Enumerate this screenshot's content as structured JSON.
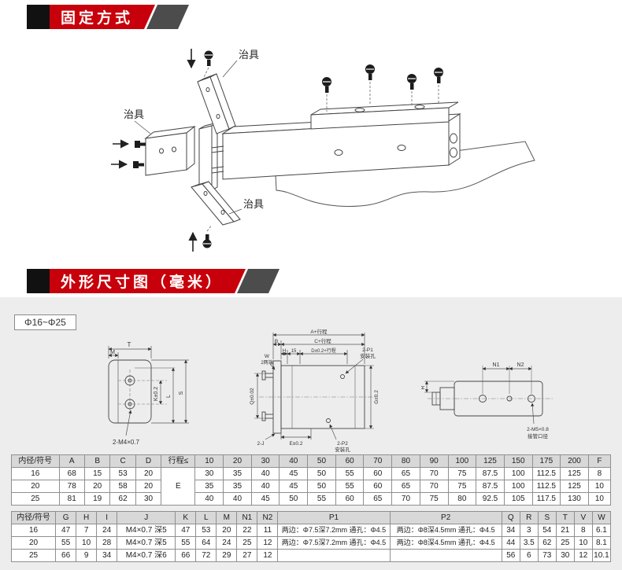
{
  "colors": {
    "banner_red": "#c7000b",
    "banner_dark_gray": "#4c4c4c",
    "banner_black_square": "#111111",
    "lower_section_bg": "#ededee",
    "table_header_bg": "#d8d8d8"
  },
  "banners": {
    "fixing": "固定方式",
    "dimensions": "外形尺寸图（毫米）"
  },
  "badge": {
    "range": "Φ16~Φ25"
  },
  "fixing_diagram": {
    "jig_top": "治具",
    "jig_left": "治具",
    "jig_bottom": "治具"
  },
  "drawing_left": {
    "T": "T",
    "M": "M",
    "K": "K±0.2",
    "L": "L",
    "S": "S",
    "thread": "2-M4×0.7"
  },
  "drawing_center": {
    "A": "A+行程",
    "C": "C+行程",
    "B": "B",
    "H": "H",
    "dim15": "15",
    "D": "D±0.2+行程",
    "P1": "2-P1",
    "P1_sub": "安装孔",
    "W": "W",
    "W_sub": "2两端",
    "Q": "Q±0.02",
    "G": "G±0.2",
    "J": "2-J",
    "E": "E±0.2",
    "P2": "2-P2",
    "P2_sub": "安装孔"
  },
  "drawing_right": {
    "N1": "N1",
    "N2": "N2",
    "R": "R",
    "port": "2-M5×0.8",
    "port_sub": "接管口径"
  },
  "table1": {
    "col_bore": "内径/符号",
    "col_A": "A",
    "col_B": "B",
    "col_C": "C",
    "col_D": "D",
    "col_stroke": "行程≤",
    "stroke_cols": [
      "10",
      "20",
      "30",
      "40",
      "50",
      "60",
      "70",
      "80",
      "90",
      "100",
      "125",
      "150",
      "175",
      "200"
    ],
    "col_F": "F",
    "e_label": "E",
    "rows": [
      {
        "bore": "16",
        "A": "68",
        "B": "15",
        "C": "53",
        "D": "20",
        "e": [
          "30",
          "35",
          "40",
          "45",
          "50",
          "55",
          "60",
          "65",
          "70",
          "75",
          "87.5",
          "100",
          "112.5",
          "125"
        ],
        "F": "8"
      },
      {
        "bore": "20",
        "A": "78",
        "B": "20",
        "C": "58",
        "D": "20",
        "e": [
          "35",
          "35",
          "40",
          "45",
          "50",
          "55",
          "60",
          "65",
          "70",
          "75",
          "87.5",
          "100",
          "112.5",
          "125"
        ],
        "F": "10"
      },
      {
        "bore": "25",
        "A": "81",
        "B": "19",
        "C": "62",
        "D": "30",
        "e": [
          "40",
          "40",
          "45",
          "50",
          "55",
          "60",
          "65",
          "70",
          "75",
          "80",
          "92.5",
          "105",
          "117.5",
          "130"
        ],
        "F": "10"
      }
    ]
  },
  "table2": {
    "col_bore": "内径/符号",
    "cols": [
      "G",
      "H",
      "I",
      "J",
      "K",
      "L",
      "M",
      "N1",
      "N2",
      "P1",
      "P2",
      "Q",
      "R",
      "S",
      "T",
      "V",
      "W"
    ],
    "rows": [
      {
        "bore": "16",
        "G": "47",
        "H": "7",
        "I": "24",
        "J": "M4×0.7 深5",
        "K": "47",
        "L": "53",
        "M": "20",
        "N1": "22",
        "N2": "11",
        "P1": "两边：Φ7.5深7.2mm 通孔：Φ4.5",
        "P2": "两边：Φ8深4.5mm 通孔：Φ4.5",
        "Q": "34",
        "R": "3",
        "S": "54",
        "T": "21",
        "V": "8",
        "W": "6.1"
      },
      {
        "bore": "20",
        "G": "55",
        "H": "10",
        "I": "28",
        "J": "M4×0.7 深5",
        "K": "55",
        "L": "64",
        "M": "24",
        "N1": "25",
        "N2": "12",
        "P1": "两边：Φ7.5深7.2mm 通孔：Φ4.5",
        "P2": "两边：Φ8深4.5mm 通孔：Φ4.5",
        "Q": "44",
        "R": "3.5",
        "S": "62",
        "T": "25",
        "V": "10",
        "W": "8.1"
      },
      {
        "bore": "25",
        "G": "66",
        "H": "9",
        "I": "34",
        "J": "M4×0.7 深6",
        "K": "66",
        "L": "72",
        "M": "29",
        "N1": "27",
        "N2": "12",
        "P1": "",
        "P2": "",
        "Q": "56",
        "R": "6",
        "S": "73",
        "T": "30",
        "V": "12",
        "W": "10.1"
      }
    ]
  }
}
